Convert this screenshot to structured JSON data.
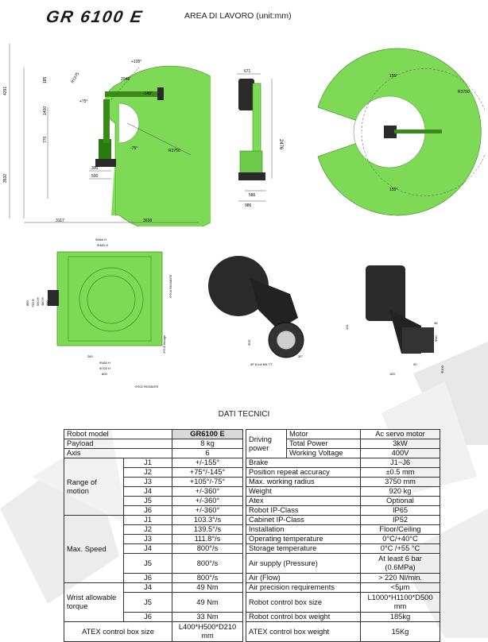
{
  "header": {
    "logo": "GR 6100 E",
    "area_title": "AREA DI LAVORO (unit:mm)"
  },
  "colors": {
    "green": "#7ed957",
    "green_dark": "#3a8a1a",
    "robot_dark": "#2a2a2a",
    "table_header": "#d9d9d9"
  },
  "side_view": {
    "dims_h": [
      "3117",
      "3638",
      "300",
      "500"
    ],
    "dims_v": [
      "4291",
      "3532",
      "1400",
      "770",
      "185"
    ],
    "radii": [
      "R3750",
      "R1375",
      "2048"
    ],
    "angles": [
      "+105°",
      "+75°",
      "-75°",
      "-145°"
    ]
  },
  "front_view": {
    "dims": [
      "671",
      "2476",
      "586",
      "986"
    ]
  },
  "top_view": {
    "angles": [
      "155°",
      "155°"
    ],
    "label": "R3750"
  },
  "base_view": {
    "dims_top": [
      "Φ566 H",
      "Φ480 H"
    ],
    "dims_left": [
      "880",
      "790 H",
      "560 H",
      "480 H",
      "260"
    ],
    "dims_bottom": [
      "260",
      "Φ480 H",
      "Φ700 H",
      "800"
    ],
    "notes": [
      "4*Φ15 through",
      "4*Φ16 PASSANTE",
      "4*Φ22 PASSANTE"
    ]
  },
  "wrist_view": {
    "labels": [
      "Φ25",
      "4P 6 fori M4 ▽7",
      "30°"
    ]
  },
  "wrist_side": {
    "labels": [
      "131",
      "Φ100",
      "92",
      "Φ40",
      "183",
      "36"
    ]
  },
  "dati_title": "DATI TECNICI",
  "table_left": {
    "header": [
      "Robot model",
      "GR6100 E"
    ],
    "payload": [
      "Payload",
      "8 kg"
    ],
    "axis": [
      "Axis",
      "6"
    ],
    "range_label": "Range of motion",
    "range": [
      [
        "J1",
        "+/-155°"
      ],
      [
        "J2",
        "+75°/-145°"
      ],
      [
        "J3",
        "+105°/-75°"
      ],
      [
        "J4",
        "+/-360°"
      ],
      [
        "J5",
        "+/-360°"
      ],
      [
        "J6",
        "+/-360°"
      ]
    ],
    "speed_label": "Max. Speed",
    "speed": [
      [
        "J1",
        "103.3°/s"
      ],
      [
        "J2",
        "139.5°/s"
      ],
      [
        "J3",
        "111.8°/s"
      ],
      [
        "J4",
        "800°/s"
      ],
      [
        "J5",
        "800°/s"
      ],
      [
        "J6",
        "800°/s"
      ]
    ],
    "torque_label": "Wrist allowable torque",
    "torque": [
      [
        "J4",
        "49 Nm"
      ],
      [
        "J5",
        "49 Nm"
      ],
      [
        "J6",
        "33 Nm"
      ]
    ],
    "atex_box": [
      "ATEX control box size",
      "L400*H500*D210 mm"
    ]
  },
  "table_right": {
    "driving_label": "Driving power",
    "driving": [
      [
        "Motor",
        "Ac servo motor"
      ],
      [
        "Total Power",
        "3kW"
      ],
      [
        "Working Voltage",
        "400V"
      ]
    ],
    "rows": [
      [
        "Brake",
        "J1~J6"
      ],
      [
        "Position repeat accuracy",
        "±0.5 mm"
      ],
      [
        "Max. working radius",
        "3750 mm"
      ],
      [
        "Weight",
        "920 kg"
      ],
      [
        "Atex",
        "Optional"
      ],
      [
        "Robot IP-Class",
        "IP65"
      ],
      [
        "Cabinet IP-Class",
        "IP52"
      ],
      [
        "Installation",
        "Floor/Ceiling"
      ],
      [
        "Operating temperature",
        "0°C/+40°C"
      ],
      [
        "Storage temperature",
        "0°C /+55 °C"
      ],
      [
        "Air supply  (Pressure)",
        "At least 6 bar (0.6MPa)"
      ],
      [
        "Air (Flow)",
        "> 220 Nl/min."
      ],
      [
        "Air precision requirements",
        "<5μm"
      ],
      [
        "Robot control box size",
        "L1000*H1100*D500 mm"
      ],
      [
        "Robot control box weight",
        "185kg"
      ],
      [
        "ATEX control box weight",
        "15Kg"
      ]
    ]
  }
}
